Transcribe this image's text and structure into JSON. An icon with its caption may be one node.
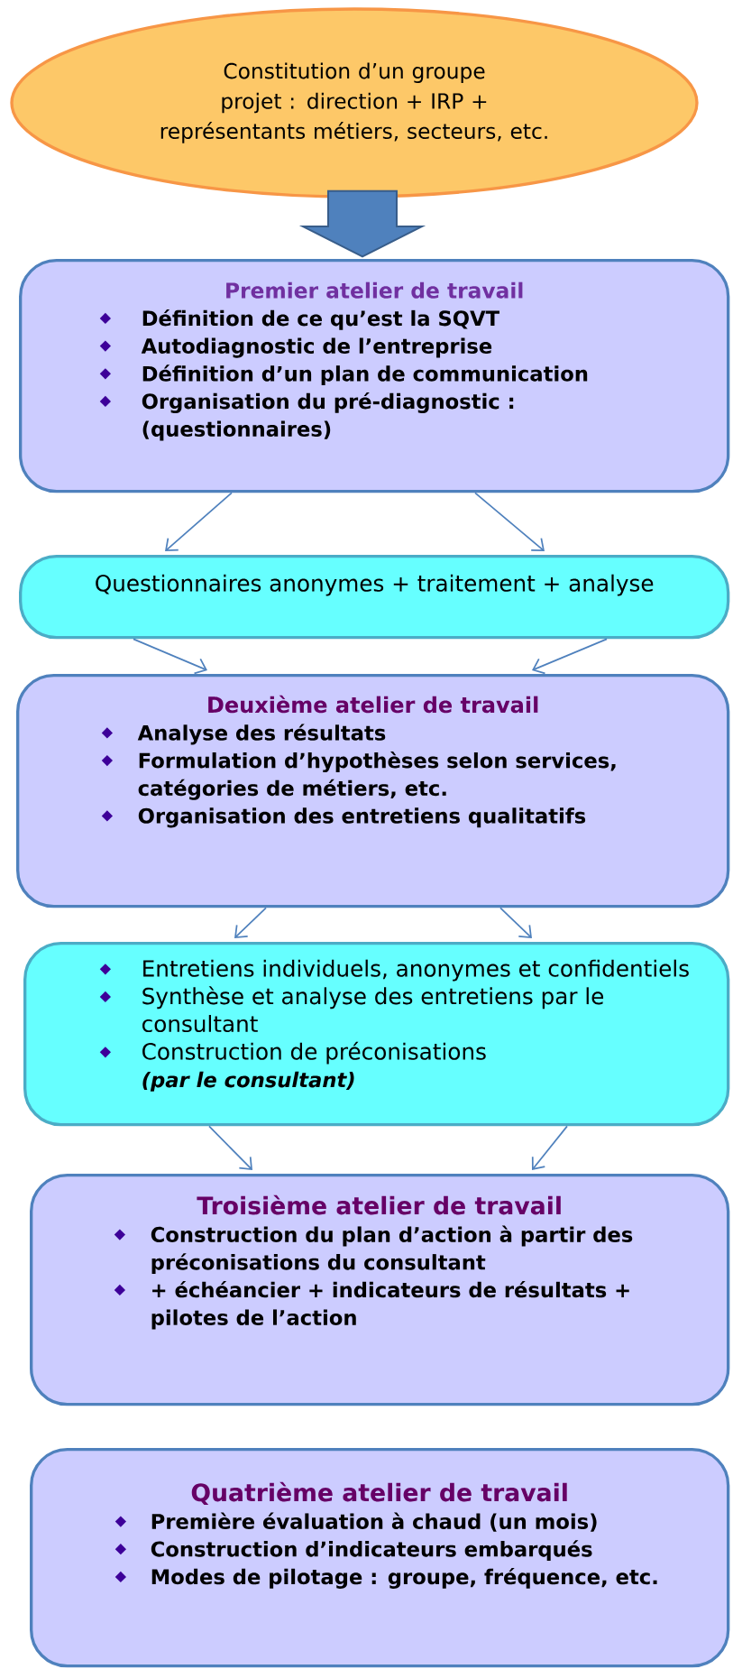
{
  "diagram": {
    "nodes": [
      {
        "text": [
          "Constitution d’un groupe projet : direction + IRP + représentants métiers, secteurs, etc."
        ]
      },
      {
        "text": [
          "Premier atelier de travail",
          "Définition de ce qu’est la SQVT",
          "Autodiagnostic de l’entreprise",
          "Définition d’un plan de communication",
          "Organisation du pré-diagnostic : (questionnaires)"
        ]
      },
      {
        "text": [
          "Questionnaires anonymes + traitement + analyse"
        ]
      },
      {
        "text": [
          "Deuxième atelier de travail",
          "Analyse des résultats",
          "Formulation d’hypothèses selon services, catégories de métiers, etc.",
          "Organisation des entretiens qualitatifs"
        ]
      },
      {
        "text": [
          "Entretiens individuels, anonymes et confidentiels",
          "Synthèse et analyse des entretiens par le consultant",
          "Construction de préconisations",
          "(par le consultant)"
        ]
      },
      {
        "text": [
          "Troisième atelier de travail",
          "Construction du plan d’action à partir des préconisations du consultant",
          "+ échéancier + indicateurs de résultats + pilotes de l’action"
        ]
      },
      {
        "text": [
          "Quatrième atelier de travail",
          "Première évaluation à chaud (un mois)",
          "Construction d’indicateurs embarqués",
          "Modes de pilotage : groupe, fréquence, etc."
        ]
      }
    ],
    "edges": [
      {
        "from": 0,
        "to": 1,
        "arrow": "to",
        "style": "thick"
      },
      {
        "from": 1,
        "to": 2,
        "arrow": "to"
      },
      {
        "from": 1,
        "to": 2,
        "arrow": "to"
      },
      {
        "from": 2,
        "to": 3,
        "arrow": "to"
      },
      {
        "from": 2,
        "to": 3,
        "arrow": "to"
      },
      {
        "from": 3,
        "to": 4,
        "arrow": "to"
      },
      {
        "from": 3,
        "to": 4,
        "arrow": "to"
      },
      {
        "from": 4,
        "to": 5,
        "arrow": "to"
      },
      {
        "from": 4,
        "to": 5,
        "arrow": "to"
      }
    ]
  }
}
